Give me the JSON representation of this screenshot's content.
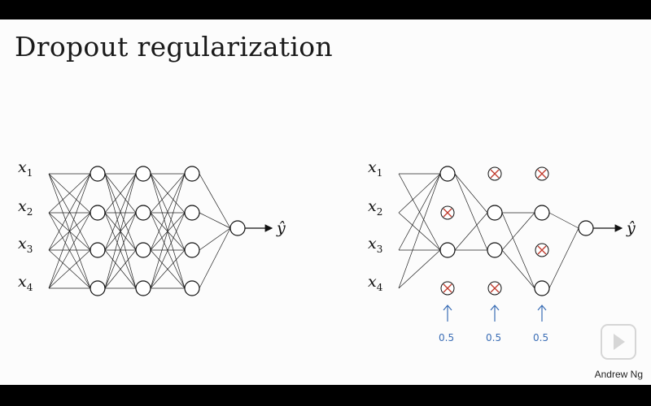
{
  "slide": {
    "title": "Dropout regularization",
    "author": "Andrew Ng",
    "watermark_icon": "play-icon"
  },
  "left_network": {
    "inputs": [
      "x1",
      "x2",
      "x3",
      "x4"
    ],
    "output": "ŷ",
    "hidden_layers": 3,
    "units_per_layer": 4
  },
  "right_network": {
    "inputs": [
      "x1",
      "x2",
      "x3",
      "x4"
    ],
    "output": "ŷ",
    "keep_prob_labels": [
      "0.5",
      "0.5",
      "0.5"
    ],
    "dropped_units": {
      "layer1": [
        2,
        4
      ],
      "layer2": [
        1,
        4
      ],
      "layer3": [
        1,
        3
      ]
    }
  },
  "colors": {
    "node_stroke": "#111111",
    "dropout_mark": "#c0392b",
    "handwriting": "#3a6db5"
  }
}
